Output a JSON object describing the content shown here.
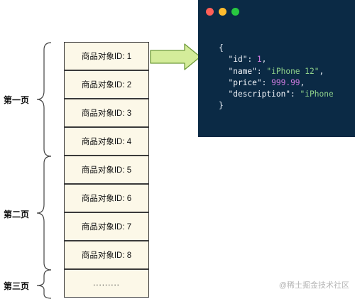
{
  "pages": [
    {
      "label": "第一页"
    },
    {
      "label": "第二页"
    },
    {
      "label": "第三页"
    }
  ],
  "items": [
    "商品对象ID: 1",
    "商品对象ID: 2",
    "商品对象ID: 3",
    "商品对象ID: 4",
    "商品对象ID: 5",
    "商品对象ID: 6",
    "商品对象ID: 7",
    "商品对象ID: 8",
    "........."
  ],
  "code": {
    "open": "{",
    "id_key": "\"id\"",
    "id_value": "1",
    "name_key": "\"name\"",
    "name_value": "\"iPhone 12\"",
    "price_key": "\"price\"",
    "price_value": "999.99",
    "desc_key": "\"description\"",
    "desc_value": "\"iPhone",
    "close": "}"
  },
  "colors": {
    "code_background": "#0b2a45",
    "cell_background": "#fcf8e8",
    "arrow_fill": "#d4ec9a",
    "arrow_stroke": "#6f9a3a"
  },
  "watermark": "@稀土掘金技术社区"
}
